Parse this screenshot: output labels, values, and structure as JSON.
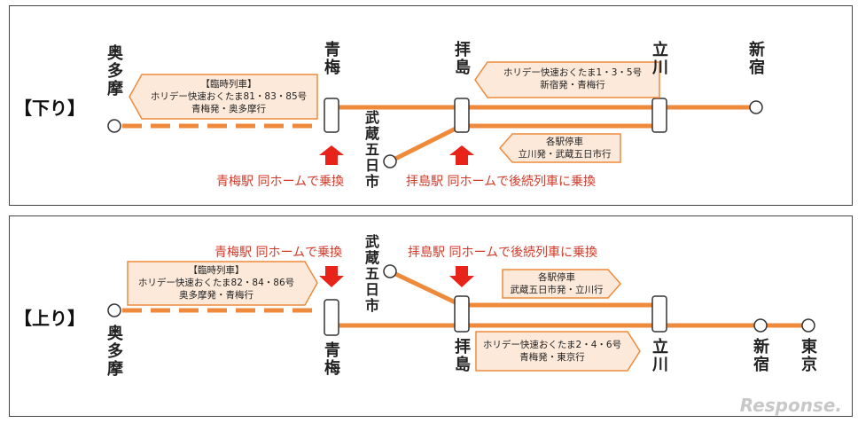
{
  "down": {
    "label": "【下り】",
    "stations": {
      "okutama": "奥多摩",
      "ome": "青梅",
      "haijima": "拝島",
      "tachikawa": "立川",
      "shinjuku": "新宿",
      "musashi": "武蔵五日市"
    },
    "box_rinji": {
      "line1": "【臨時列車】",
      "line2": "ホリデー快速おくたま81・83・85号",
      "line3": "青梅発・奥多摩行"
    },
    "box_holiday": {
      "line1": "ホリデー快速おくたま1・3・5号",
      "line2": "新宿発・青梅行"
    },
    "box_local": {
      "line1": "各駅停車",
      "line2": "立川発・武蔵五日市行"
    },
    "note_ome": "青梅駅 同ホームで乗換",
    "note_haijima": "拝島駅 同ホームで後続列車に乗換"
  },
  "up": {
    "label": "【上り】",
    "stations": {
      "okutama": "奥多摩",
      "ome": "青梅",
      "haijima": "拝島",
      "tachikawa": "立川",
      "shinjuku": "新宿",
      "tokyo": "東京",
      "musashi": "武蔵五日市"
    },
    "box_rinji": {
      "line1": "【臨時列車】",
      "line2": "ホリデー快速おくたま82・84・86号",
      "line3": "奥多摩発・青梅行"
    },
    "box_local": {
      "line1": "各駅停車",
      "line2": "武蔵五日市発・立川行"
    },
    "box_holiday": {
      "line1": "ホリデー快速おくたま2・4・6号",
      "line2": "青梅発・東京行"
    },
    "note_ome": "青梅駅 同ホームで乗換",
    "note_haijima": "拝島駅 同ホームで後続列車に乗換"
  },
  "colors": {
    "line": "#ee8a3c",
    "box_fill": "#fde9d9",
    "box_stroke": "#ee8a3c",
    "arrow": "#e8231a",
    "note": "#d03a2a"
  },
  "watermark": "Response."
}
